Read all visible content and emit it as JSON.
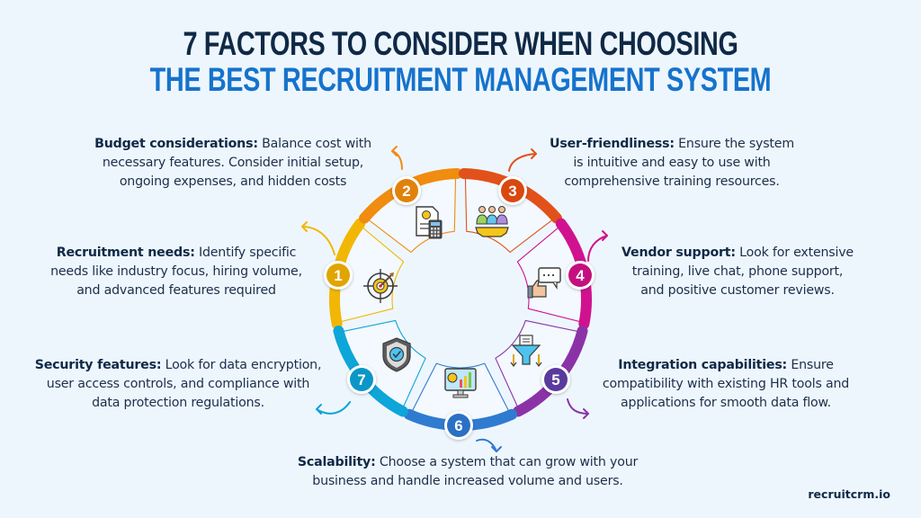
{
  "title": {
    "line1": "7 FACTORS TO CONSIDER WHEN CHOOSING",
    "line2": "THE BEST RECRUITMENT MANAGEMENT SYSTEM"
  },
  "factors": [
    {
      "number": "1",
      "heading": "Recruitment needs:",
      "text": "Identify specific needs like industry focus, hiring volume, and advanced features required",
      "lines": [
        "Identify specific",
        "needs like industry focus, hiring volume,",
        "and advanced features required"
      ],
      "icon": "target-gear-icon",
      "color": "#f2b705"
    },
    {
      "number": "2",
      "heading": "Budget considerations:",
      "text": "Balance cost with necessary features. Consider initial setup, ongoing expenses, and hidden costs",
      "lines": [
        "Balance cost with",
        "necessary features. Consider initial setup,",
        "ongoing expenses, and hidden costs"
      ],
      "icon": "invoice-calculator-icon",
      "color": "#f08c0f"
    },
    {
      "number": "3",
      "heading": "User-friendliness:",
      "text": "Ensure the system is intuitive and easy to use with comprehensive training resources.",
      "lines": [
        "Ensure the system",
        "is intuitive and easy to use with",
        "comprehensive training resources."
      ],
      "icon": "team-gear-icon",
      "color": "#e2511a"
    },
    {
      "number": "4",
      "heading": "Vendor support:",
      "text": "Look for extensive training, live chat, phone support, and positive customer reviews.",
      "lines": [
        "Look for extensive",
        "training, live chat, phone support,",
        "and positive customer reviews."
      ],
      "icon": "thumbs-up-chat-icon",
      "color": "#d0128f"
    },
    {
      "number": "5",
      "heading": "Integration capabilities:",
      "text": "Ensure compatibility with existing HR tools and applications for smooth data flow.",
      "lines": [
        "Ensure",
        "compatibility with existing HR tools and",
        "applications for smooth data flow."
      ],
      "icon": "funnel-document-icon",
      "color": "#8b33a6"
    },
    {
      "number": "6",
      "heading": "Scalability:",
      "text": "Choose a system that can grow with your business and handle increased volume and users.",
      "lines": [
        "Choose a system that can grow with your",
        "business and handle increased volume and users."
      ],
      "icon": "monitor-growth-chart-icon",
      "color": "#2f7bd0"
    },
    {
      "number": "7",
      "heading": "Security features:",
      "text": "Look for data encryption, user access controls, and compliance with data protection regulations.",
      "lines": [
        "Look for data encryption,",
        "user access controls, and compliance with",
        "data protection regulations."
      ],
      "icon": "shield-check-icon",
      "color": "#0ea5d8"
    }
  ],
  "badge_colors": {
    "1": "#e0a500",
    "2": "#e0820a",
    "3": "#d9480f",
    "4": "#c4107f",
    "5": "#5a3a9e",
    "6": "#2a70c4",
    "7": "#0a97c7"
  },
  "brand": "recruitcrm.io",
  "colors": {
    "background": "#eef6fd",
    "title_dark": "#0f2946",
    "title_blue": "#1673cc",
    "body_text": "#1b2f4b"
  }
}
